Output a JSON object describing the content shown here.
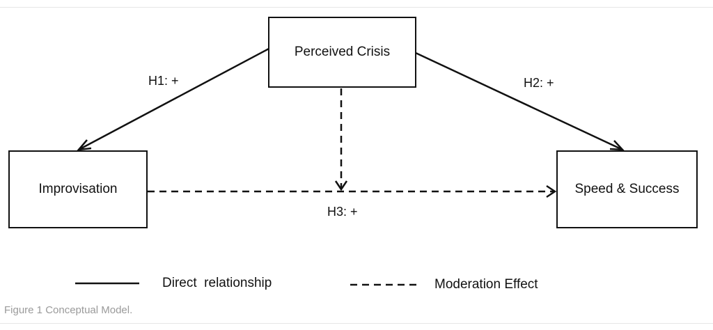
{
  "diagram": {
    "nodes": {
      "crisis": "Perceived Crisis",
      "improv": "Improvisation",
      "speed": "Speed & Success"
    },
    "edges": {
      "h1": "H1: +",
      "h2": "H2: +",
      "h3": "H3: +"
    },
    "legend": {
      "direct": "Direct  relationship",
      "moderation": "Moderation Effect"
    }
  },
  "caption": "Figure 1 Conceptual Model.",
  "colors": {
    "stroke": "#111111",
    "caption": "#9a9a9a"
  }
}
